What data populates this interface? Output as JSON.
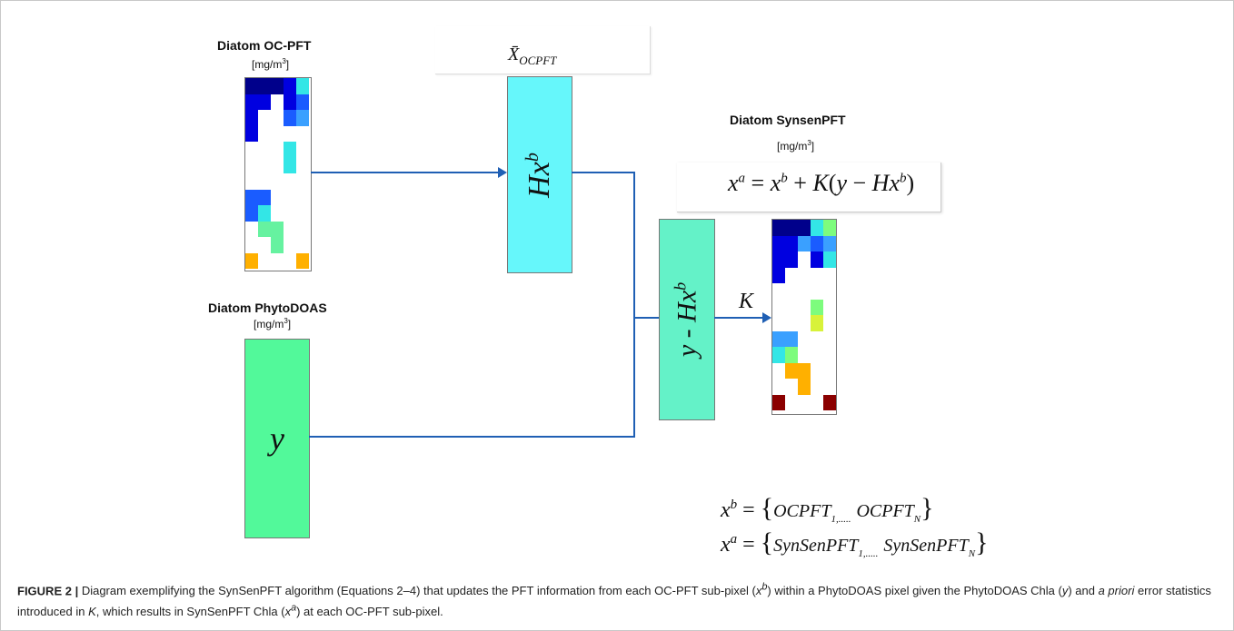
{
  "figure": {
    "oc_title": "Diatom OC-PFT",
    "oc_unit": "[mg/m",
    "unit_sup": "3",
    "unit_close": "]",
    "doas_title": "Diatom PhytoDOAS",
    "syn_title": "Diatom SynsenPFT",
    "xbar_symbol": "X̄",
    "xbar_sub": "OCPFT",
    "hx_H": "Hx",
    "sup_b": "b",
    "y_label": "y",
    "ymhx_label": "y - Hx",
    "k_label": "K",
    "update_eq": "x^a = x^b + K(y − Hx^b)",
    "xb_def": "x^b = {OCPFT_1,..... OCPFT_N}",
    "xa_def": "x^a = {SynSenPFT_1,..... SynSenPFT_N}"
  },
  "colors": {
    "cyan_box": "#66f7fb",
    "green_box": "#52f99a",
    "mint_box": "#64f2c8",
    "arrow": "#1f5fb4"
  },
  "caption": {
    "label": "FIGURE 2 |",
    "text": " Diagram exemplifying the SynSenPFT algorithm (Equations 2–4) that updates the PFT information from each OC-PFT sub-pixel (x^b) within a PhytoDOAS pixel given the PhytoDOAS Chla (y) and a priori error statistics introduced in K, which results in SynSenPFT Chla (x^a) at each OC-PFT sub-pixel."
  }
}
